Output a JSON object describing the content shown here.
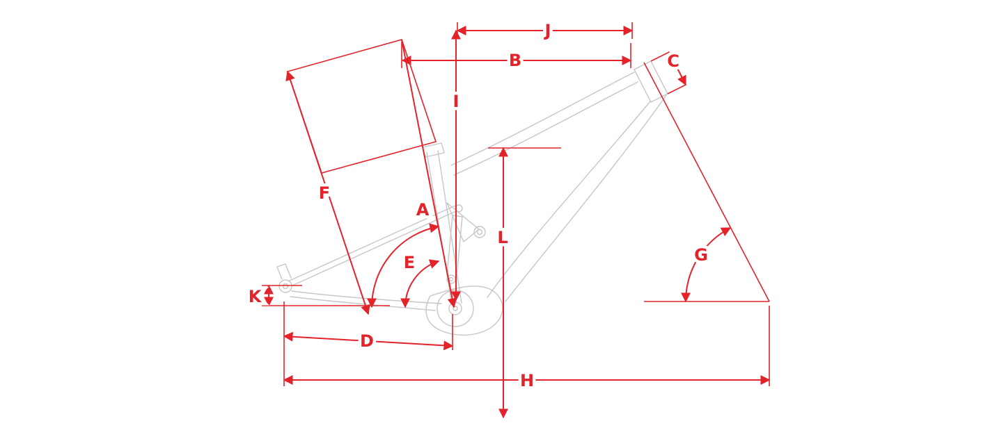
{
  "diagram": {
    "name": "bike-frame-geometry-diagram",
    "description": "Full-suspension bicycle frame line drawing with red dimension annotations",
    "colors": {
      "dimension_red": "#e42229",
      "frame_gray": "#c6c6c6",
      "background": "#ffffff",
      "label_halo": "#ffffff"
    },
    "labels": {
      "A": "A",
      "B": "B",
      "C": "C",
      "D": "D",
      "E": "E",
      "F": "F",
      "G": "G",
      "H": "H",
      "I": "I",
      "J": "J",
      "K": "K",
      "L": "L"
    }
  }
}
